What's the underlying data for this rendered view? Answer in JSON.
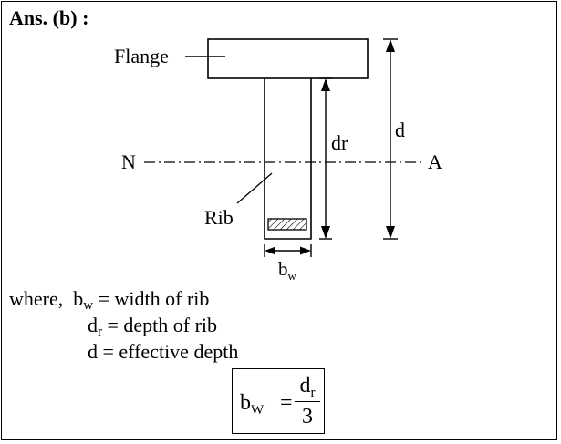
{
  "heading": "Ans. (b) :",
  "diagram": {
    "flange_label": "Flange",
    "rib_label": "Rib",
    "dr_label": "dr",
    "d_label": "d",
    "n_label": "N",
    "a_label": "A",
    "bw_label_main": "b",
    "bw_label_sub": "w"
  },
  "definitions": {
    "where": "where,",
    "row1_symbol": "b",
    "row1_sub": "w",
    "row1_text": " = width of rib",
    "row2_symbol": "d",
    "row2_sub": "r",
    "row2_text": " = depth of rib",
    "row3_text": "d = effective depth"
  },
  "formula": {
    "lhs_symbol": "b",
    "lhs_sub": "W",
    "equals": "=",
    "num_symbol": "d",
    "num_sub": "r",
    "den": "3"
  }
}
